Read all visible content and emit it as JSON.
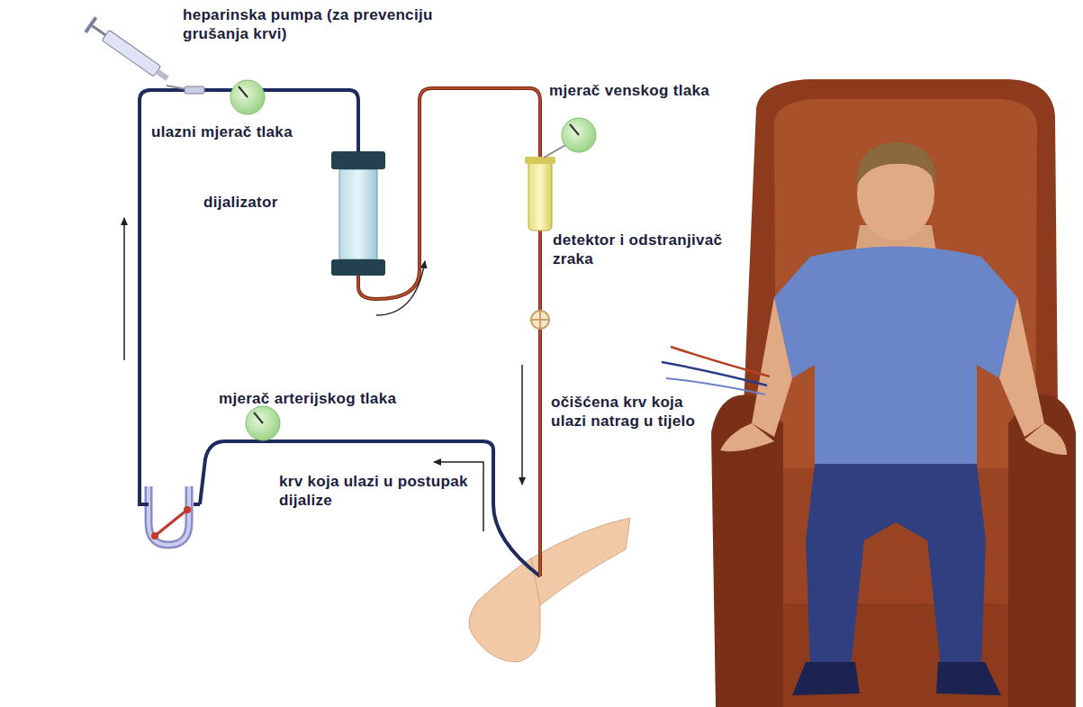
{
  "diagram": {
    "labels": [
      "heparinska pumpa (za prevenciju grušanja krvi)",
      "ulazni mjerač tlaka",
      "dijalizator",
      "mjerač venskog tlaka",
      "detektor i odstranjivač zraka",
      "mjerač arterijskog tlaka",
      "krv koja ulazi u postupak dijalize",
      "očišćena krv koja ulazi natrag u tijelo"
    ]
  }
}
